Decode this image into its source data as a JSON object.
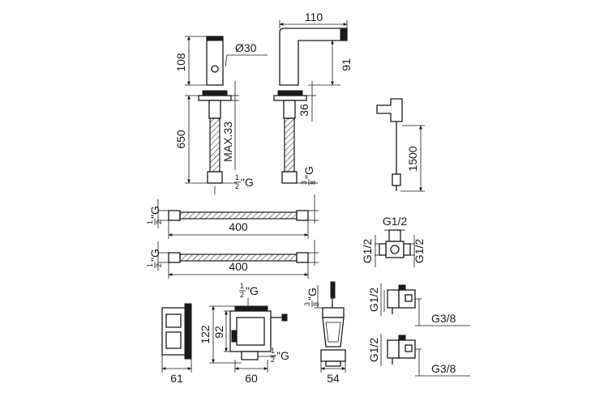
{
  "dimensions": {
    "spout_height": "108",
    "spout_diameter": "Ø30",
    "spout_reach": "110",
    "outlet_height": "91",
    "shank_length": "650",
    "max_thickness": "MAX.33",
    "shank_36": "36",
    "cable_length": "1500",
    "hose_length_1": "400",
    "hose_length_2": "400",
    "box_height": "122",
    "box_inner": "92",
    "box_width": "60",
    "box_side": "61",
    "valve_width": "54",
    "tee_top": "G1/2",
    "tee_left": "G1/2",
    "tee_right": "G1/2",
    "valve1_left": "G1/2",
    "valve1_right": "G3/8",
    "valve2_left": "G1/2",
    "valve2_right": "G3/8"
  },
  "thread_labels": {
    "half": {
      "num": "1",
      "den": "2",
      "suffix": "\"G"
    },
    "three_eighths": {
      "num": "3",
      "den": "8",
      "suffix": "\"G"
    }
  },
  "colors": {
    "line": "#1a1a1a",
    "background": "#ffffff"
  }
}
